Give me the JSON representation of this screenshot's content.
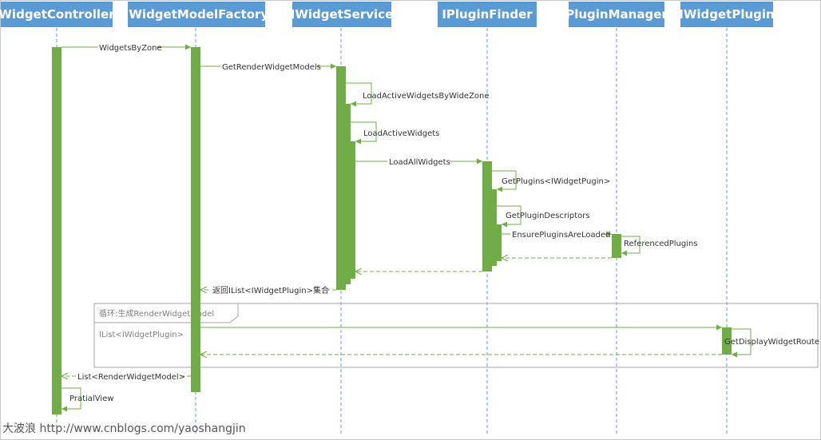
{
  "participants": [
    {
      "id": "wc",
      "label": "WidgetController"
    },
    {
      "id": "wmf",
      "label": "IWidgetModelFactory"
    },
    {
      "id": "ws",
      "label": "IWidgetService"
    },
    {
      "id": "pf",
      "label": "IPluginFinder"
    },
    {
      "id": "pm",
      "label": "PluginManager"
    },
    {
      "id": "wp",
      "label": "IWidgetPlugin"
    }
  ],
  "messages": [
    {
      "id": "m1",
      "label": "WidgetsByZone",
      "from": "wc",
      "to": "wmf",
      "kind": "call"
    },
    {
      "id": "m2",
      "label": "GetRenderWidgetModels",
      "from": "wmf",
      "to": "ws",
      "kind": "call"
    },
    {
      "id": "m3",
      "label": "LoadActiveWidgetsByWideZone",
      "from": "ws",
      "to": "ws",
      "kind": "self"
    },
    {
      "id": "m4",
      "label": "LoadActiveWidgets",
      "from": "ws",
      "to": "ws",
      "kind": "self"
    },
    {
      "id": "m5",
      "label": "LoadAllWidgets",
      "from": "ws",
      "to": "pf",
      "kind": "call"
    },
    {
      "id": "m6",
      "label": "GetPlugins<IWidgetPugin>",
      "from": "pf",
      "to": "pf",
      "kind": "self"
    },
    {
      "id": "m7",
      "label": "GetPluginDescriptors",
      "from": "pf",
      "to": "pf",
      "kind": "self"
    },
    {
      "id": "m8",
      "label": "EnsurePluginsAreLoaded",
      "from": "pf",
      "to": "pm",
      "kind": "call"
    },
    {
      "id": "m9",
      "label": "ReferencedPlugins",
      "from": "pm",
      "to": "pm",
      "kind": "self"
    },
    {
      "id": "m10",
      "label": "",
      "from": "pm",
      "to": "pf",
      "kind": "return"
    },
    {
      "id": "m11",
      "label": "",
      "from": "pf",
      "to": "ws",
      "kind": "return"
    },
    {
      "id": "m12",
      "label": "返回IList<IWidgetPlugin>集合",
      "from": "ws",
      "to": "wmf",
      "kind": "return"
    },
    {
      "id": "m13",
      "label": "",
      "from": "wmf",
      "to": "wp",
      "kind": "call"
    },
    {
      "id": "m14",
      "label": "GetDisplayWidgetRoute",
      "from": "wp",
      "to": "wp",
      "kind": "self"
    },
    {
      "id": "m15",
      "label": "",
      "from": "wp",
      "to": "wmf",
      "kind": "return"
    },
    {
      "id": "m16",
      "label": "List<RenderWidgetModel>",
      "from": "wmf",
      "to": "wc",
      "kind": "return"
    },
    {
      "id": "m17",
      "label": "PratialView",
      "from": "wc",
      "to": "wc",
      "kind": "self"
    }
  ],
  "loop_frame": {
    "title": "循环:生成RenderWidgetModel",
    "guard": "IList<IWidgetPlugin>"
  },
  "watermark": "大波浪 http://www.cnblogs.com/yaoshangjin",
  "colors": {
    "header": "#5b9bd5",
    "lifeline": "#5b9bd5",
    "activation": "#70ad47",
    "arrow": "#70ad47",
    "frame": "#a6a6a6"
  }
}
